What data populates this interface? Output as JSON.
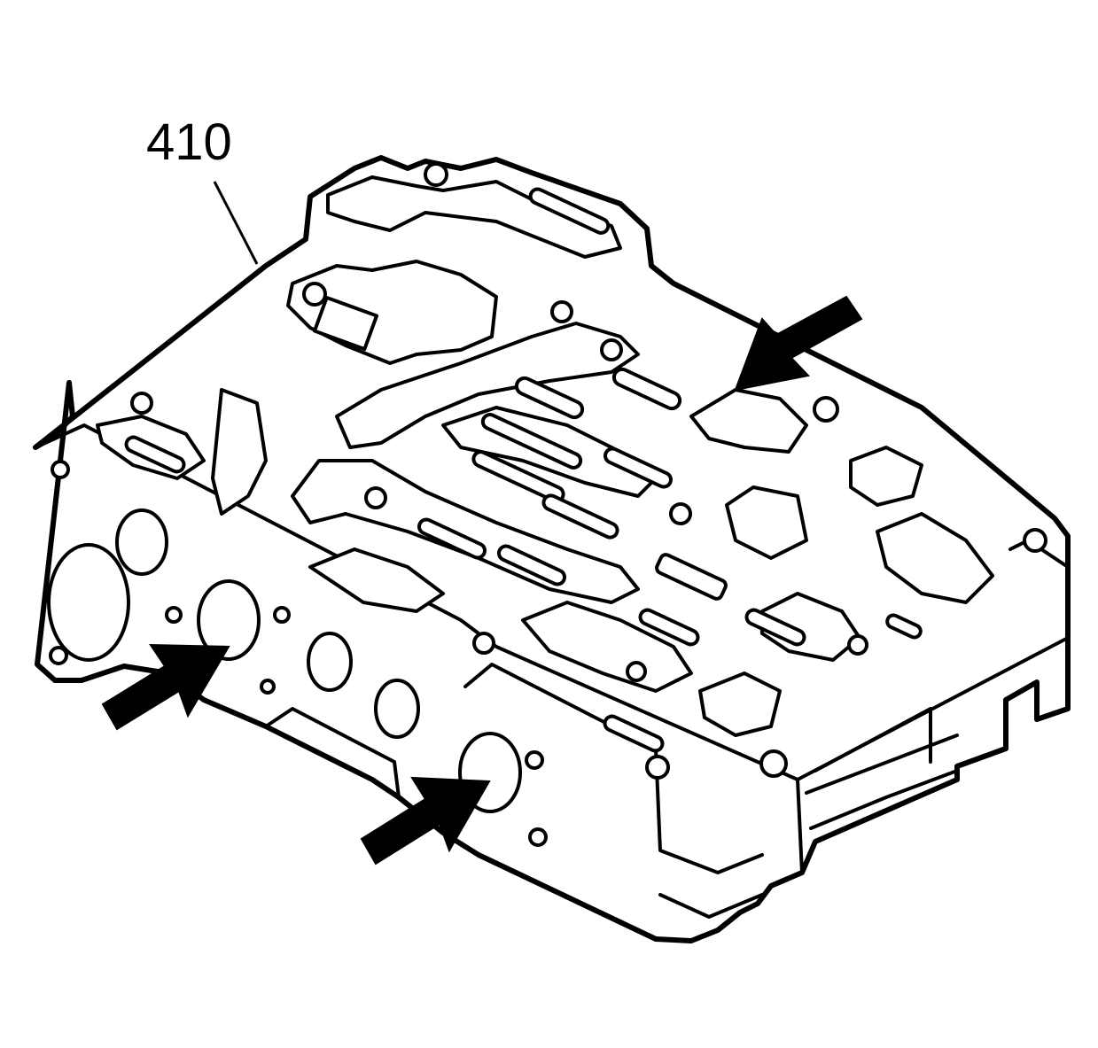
{
  "callout": {
    "label": "410"
  },
  "colors": {
    "ink": "#000000",
    "paper": "#ffffff"
  },
  "arrows": [
    {
      "name": "arrow-top-right",
      "direction": "down-left"
    },
    {
      "name": "arrow-front-left",
      "direction": "up-right"
    },
    {
      "name": "arrow-front-right",
      "direction": "up-right"
    }
  ]
}
